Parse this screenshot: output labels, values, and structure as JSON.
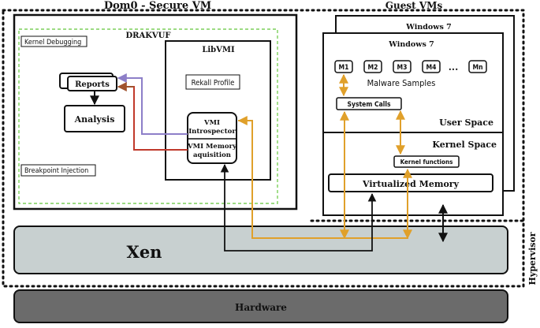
{
  "dom0": {
    "title": "Dom0 - Secure VM"
  },
  "drakvuf": {
    "title": "DRAKVUF",
    "kernel_debugging": "Kernel Debugging",
    "breakpoint_injection": "Breakpoint Injection",
    "reports": "Reports",
    "analysis": "Analysis"
  },
  "libvmi": {
    "title": "LibVMI",
    "rekall_profile": "Rekall Profile",
    "vmi_introspector_line1": "VMI",
    "vmi_introspector_line2": "Introspector",
    "vmi_memory_line1": "VMI Memory",
    "vmi_memory_line2": "aquisition"
  },
  "guest": {
    "title": "Guest VMs",
    "window_back": "Windows 7",
    "window_front": "Windows 7",
    "samples": [
      "M1",
      "M2",
      "M3",
      "M4",
      "Mn"
    ],
    "ellipsis": "...",
    "malware_samples": "Malware Samples",
    "system_calls": "System Calls",
    "user_space": "User Space",
    "kernel_space": "Kernel Space",
    "kernel_functions": "Kernel functions",
    "virtualized_memory": "Virtualized Memory"
  },
  "xen": "Xen",
  "hypervisor": "Hypervisor",
  "hardware": "Hardware",
  "colors": {
    "purple": "#8d7fc8",
    "red": "#c0392b",
    "orange": "#e0a02a",
    "brown": "#a0522d",
    "green_dashed": "#7ccf5a",
    "xen_fill": "#c8d0d0",
    "hardware_fill": "#6b6b6b"
  }
}
